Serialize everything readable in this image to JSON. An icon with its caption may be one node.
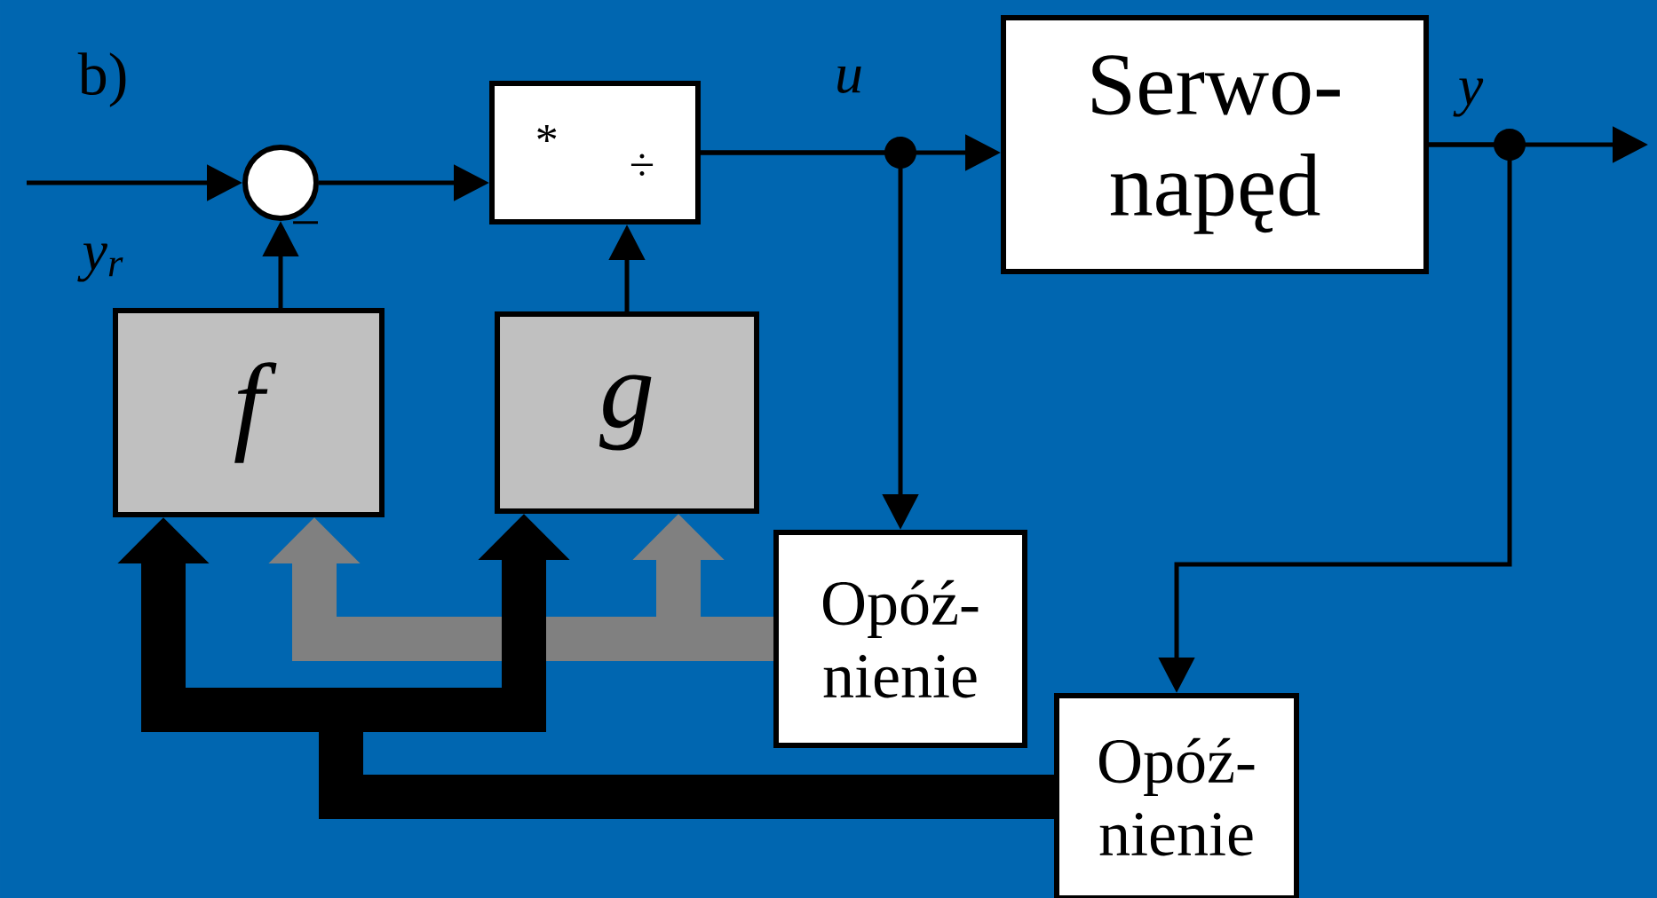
{
  "diagram": {
    "nodes": [
      {
        "text": [],
        "shape": "circle"
      },
      {
        "text": [
          "*",
          "÷"
        ]
      },
      {
        "text": [
          "Serwo- napęd"
        ]
      },
      {
        "text": [
          "f"
        ]
      },
      {
        "text": [
          "g"
        ]
      },
      {
        "text": [
          "Opóź- nienie"
        ]
      },
      {
        "text": [
          "Opóź- nienie"
        ]
      }
    ],
    "edges": [
      {
        "from": null,
        "to": 0,
        "arrow": "to"
      },
      {
        "from": 0,
        "to": 1,
        "arrow": "to"
      },
      {
        "from": 3,
        "to": 0,
        "arrow": "to"
      },
      {
        "from": 4,
        "to": 1,
        "arrow": "to"
      },
      {
        "from": 1,
        "to": 2,
        "arrow": "to"
      },
      {
        "from": 1,
        "to": 5,
        "arrow": "to"
      },
      {
        "from": 2,
        "to": null,
        "arrow": "to"
      },
      {
        "from": 2,
        "to": 6,
        "arrow": "to"
      },
      {
        "from": 5,
        "to": 3,
        "arrow": "to",
        "style": "thick",
        "color": "#808080"
      },
      {
        "from": 5,
        "to": 4,
        "arrow": "to",
        "style": "thick",
        "color": "#808080"
      },
      {
        "from": 6,
        "to": 3,
        "arrow": "to",
        "style": "thick"
      },
      {
        "from": 6,
        "to": 4,
        "arrow": "to",
        "style": "thick"
      }
    ],
    "labels": [
      "b)",
      "y$_{r}$",
      "−",
      "u",
      "y"
    ]
  }
}
